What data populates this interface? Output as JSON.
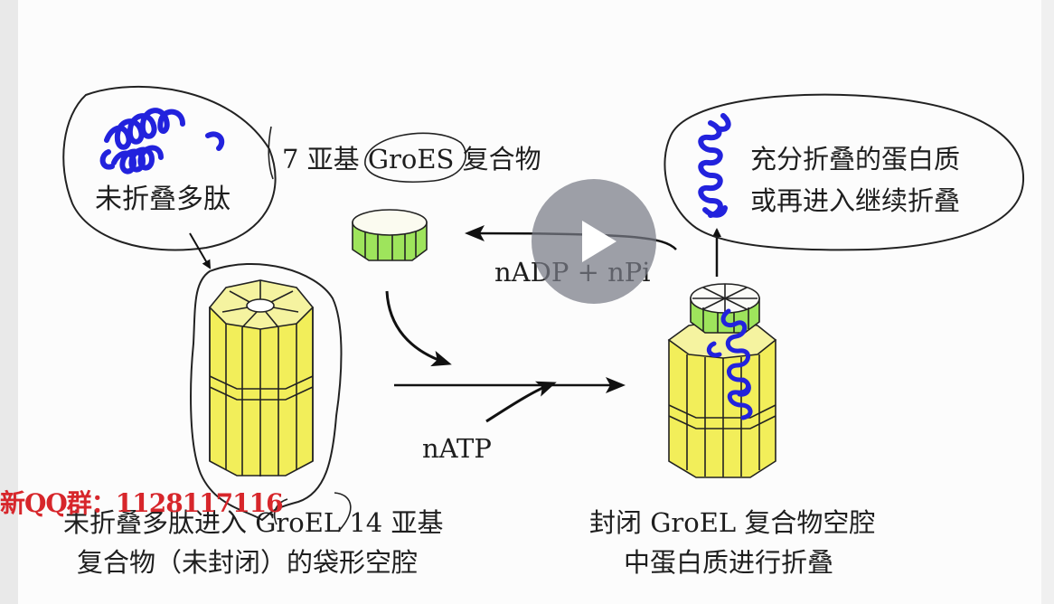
{
  "labels": {
    "unfolded_peptide": "未折叠多肽",
    "groes_complex": "7 亚基 GroES 复合物",
    "folded_protein_line1": "充分折叠的蛋白质",
    "folded_protein_line2": "或再进入继续折叠",
    "adp_release": "nADP + nPi",
    "atp": "nATP",
    "groel_entry_line1": "未折叠多肽进入 GroEL 14 亚基",
    "groel_entry_line2": "复合物（未封闭）的袋形空腔",
    "sealed_line1": "封闭 GroEL 复合物空腔",
    "sealed_line2": "中蛋白质进行折叠"
  },
  "watermark": "新QQ群：1128117116",
  "player": {
    "control": "play-icon"
  },
  "colors": {
    "groel": "#f2ee5a",
    "groes": "#9ee45c",
    "peptide": "#2222dd",
    "watermark": "#d7262b"
  }
}
